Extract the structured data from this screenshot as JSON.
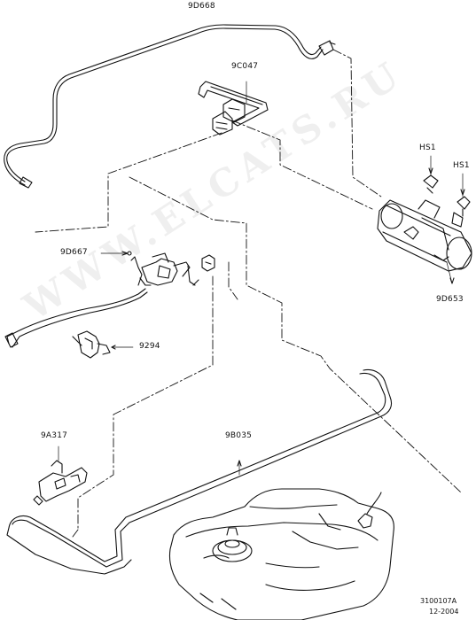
{
  "labels": {
    "p9D668": "9D668",
    "p9C047": "9C047",
    "hs1_a": "HS1",
    "hs1_b": "HS1",
    "p9D653": "9D653",
    "p9D667": "9D667",
    "p9294": "9294",
    "p9A317": "9A317",
    "p9B035": "9B035"
  },
  "footer": {
    "drawing_number": "3100107A",
    "date": "12-2004"
  },
  "watermark": "WWW.ELCATS.RU"
}
